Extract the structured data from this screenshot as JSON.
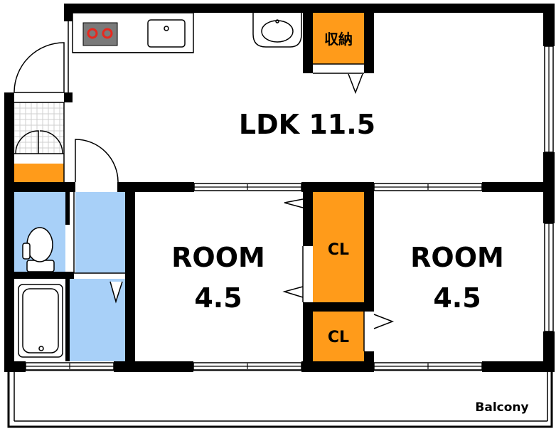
{
  "labels": {
    "ldk": "LDK 11.5",
    "room1_name": "ROOM",
    "room1_size": "4.5",
    "room2_name": "ROOM",
    "room2_size": "4.5",
    "storage": "収納",
    "closet1": "CL",
    "closet2": "CL",
    "balcony": "Balcony"
  },
  "colors": {
    "wall": "#000000",
    "floor": "#ffffff",
    "wet_area": "#a8d0f8",
    "storage": "#ff9b1a",
    "stove_burner": "#e8281e",
    "stove_plate": "#7a7a7a",
    "grid": "#cfcfcf"
  },
  "icons": {
    "stove": "stove-icon",
    "sink": "kitchen-sink-icon",
    "washbasin": "washbasin-icon",
    "toilet": "toilet-icon",
    "bathtub": "bathtub-icon"
  }
}
